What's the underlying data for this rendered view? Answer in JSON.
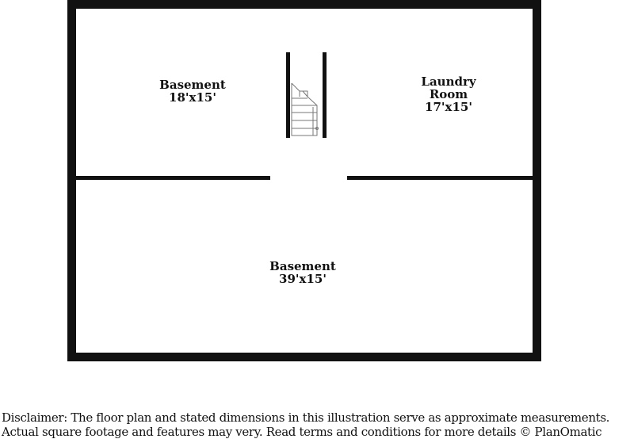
{
  "rooms": {
    "basement_upper": {
      "name": "Basement",
      "dims": "18'x15'"
    },
    "laundry": {
      "name_line1": "Laundry",
      "name_line2": "Room",
      "dims": "17'x15'"
    },
    "basement_lower": {
      "name": "Basement",
      "dims": "39'x15'"
    }
  },
  "disclaimer": {
    "line1": "Disclaimer: The floor plan and stated dimensions in this illustration serve as approximate measurements.",
    "line2": "Actual square footage and features may very. Read terms and conditions for more details © PlanOmatic"
  }
}
